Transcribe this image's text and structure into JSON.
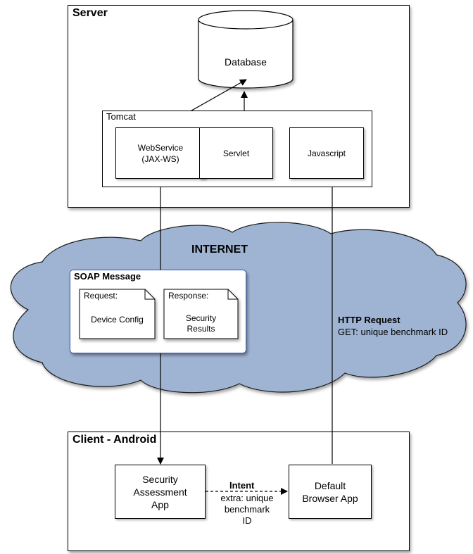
{
  "server": {
    "title": "Server",
    "database": "Database",
    "tomcat": {
      "title": "Tomcat",
      "webservice": "WebService\n(JAX-WS)",
      "servlet": "Servlet",
      "javascript": "Javascript"
    }
  },
  "internet": {
    "label": "INTERNET",
    "soap": {
      "title": "SOAP Message",
      "request_header": "Request:",
      "request_body": "Device Config",
      "response_header": "Response:",
      "response_body": "Security\nResults"
    },
    "http": {
      "title": "HTTP Request",
      "detail": "GET: unique benchmark ID"
    }
  },
  "client": {
    "title": "Client - Android",
    "security_app": "Security\nAssessment\nApp",
    "browser_app": "Default\nBrowser App",
    "intent_title": "Intent",
    "intent_detail": "extra: unique\nbenchmark\nID"
  },
  "colors": {
    "cloud_fill": "#9fb4d3",
    "cloud_stroke": "#1a1a1a",
    "soap_border": "#3d5aa8"
  }
}
